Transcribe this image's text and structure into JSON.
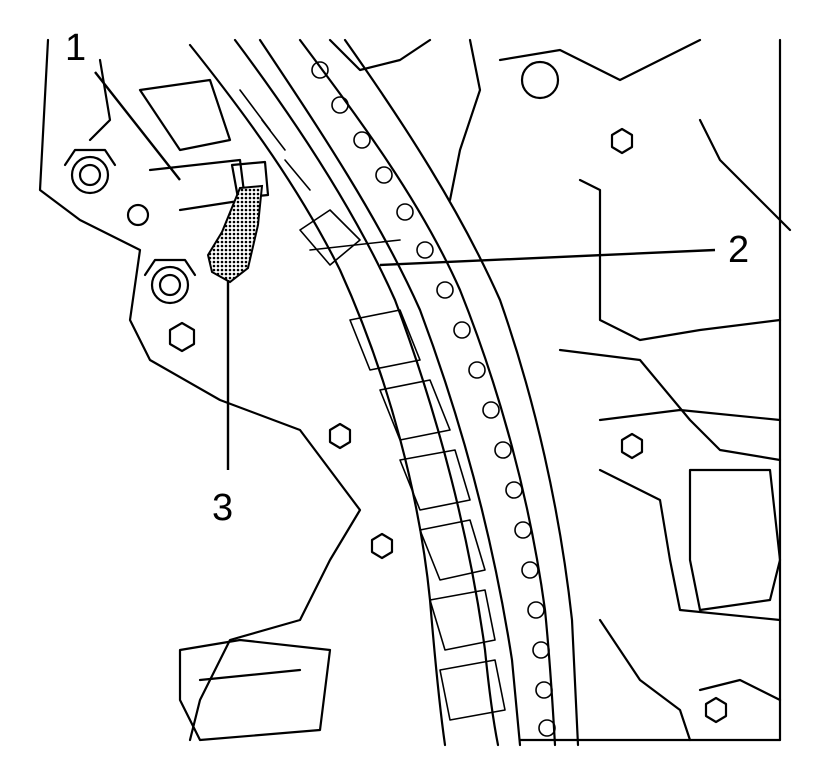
{
  "figure": {
    "callouts": [
      {
        "id": "1",
        "label": "1"
      },
      {
        "id": "2",
        "label": "2"
      },
      {
        "id": "3",
        "label": "3"
      }
    ],
    "colors": {
      "line": "#000000",
      "background": "#ffffff",
      "highlight_fill": "#7a7a7a"
    }
  }
}
